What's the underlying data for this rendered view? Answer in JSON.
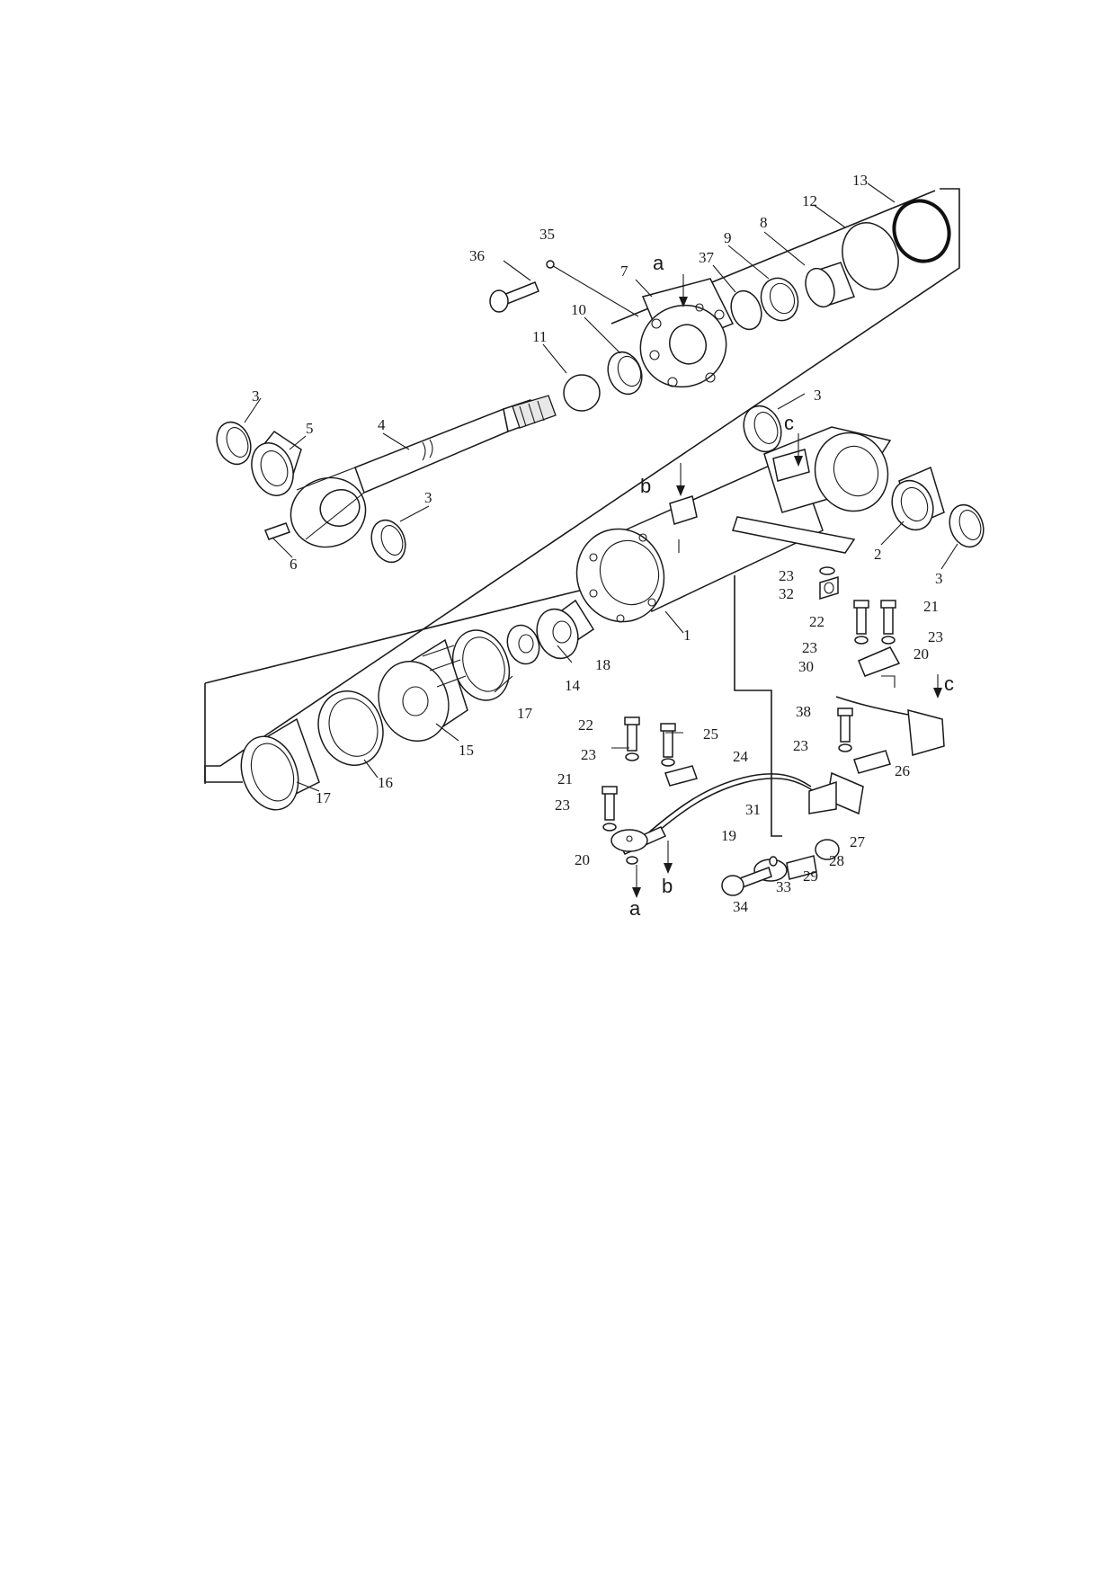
{
  "callouts": [
    "1",
    "2",
    "3",
    "3",
    "3",
    "3",
    "4",
    "5",
    "6",
    "7",
    "8",
    "9",
    "10",
    "11",
    "12",
    "13",
    "14",
    "15",
    "16",
    "17",
    "17",
    "18",
    "19",
    "20",
    "20",
    "21",
    "21",
    "22",
    "22",
    "23",
    "23",
    "23",
    "23",
    "23",
    "23",
    "24",
    "25",
    "26",
    "27",
    "28",
    "29",
    "30",
    "31",
    "32",
    "33",
    "34",
    "35",
    "36",
    "37",
    "38"
  ],
  "flow_letters": [
    "a",
    "a",
    "b",
    "b",
    "c",
    "c"
  ]
}
